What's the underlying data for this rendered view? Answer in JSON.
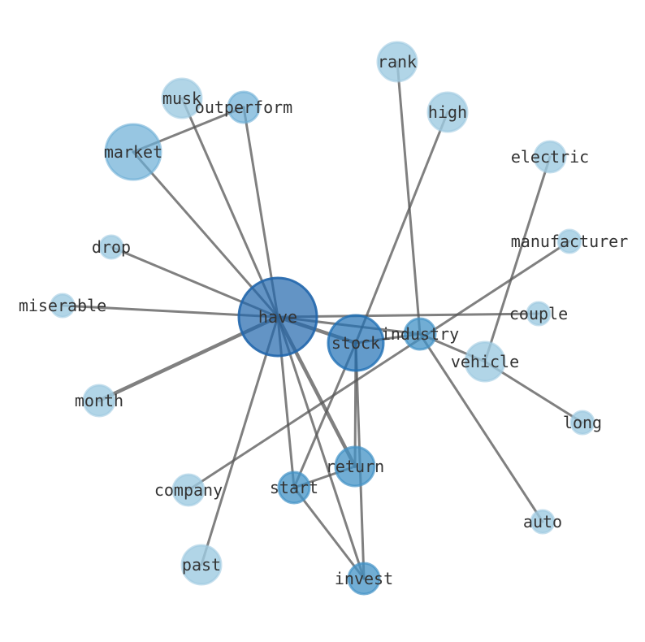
{
  "nodes": [
    {
      "id": "have",
      "label": "have",
      "level": 4
    },
    {
      "id": "stock",
      "label": "stock",
      "level": 3
    },
    {
      "id": "industry",
      "label": "industry",
      "level": 2
    },
    {
      "id": "return",
      "label": "return",
      "level": 2
    },
    {
      "id": "start",
      "label": "start",
      "level": 2
    },
    {
      "id": "invest",
      "label": "invest",
      "level": 2
    },
    {
      "id": "market",
      "label": "market",
      "level": 1
    },
    {
      "id": "outperform",
      "label": "outperform",
      "level": 1
    },
    {
      "id": "musk",
      "label": "musk",
      "level": 0
    },
    {
      "id": "rank",
      "label": "rank",
      "level": 0
    },
    {
      "id": "high",
      "label": "high",
      "level": 0
    },
    {
      "id": "electric",
      "label": "electric",
      "level": 0
    },
    {
      "id": "manufacturer",
      "label": "manufacturer",
      "level": 0
    },
    {
      "id": "couple",
      "label": "couple",
      "level": 0
    },
    {
      "id": "vehicle",
      "label": "vehicle",
      "level": 0
    },
    {
      "id": "long",
      "label": "long",
      "level": 0
    },
    {
      "id": "auto",
      "label": "auto",
      "level": 0
    },
    {
      "id": "drop",
      "label": "drop",
      "level": 0
    },
    {
      "id": "miserable",
      "label": "miserable",
      "level": 0
    },
    {
      "id": "month",
      "label": "month",
      "level": 0
    },
    {
      "id": "company",
      "label": "company",
      "level": 0
    },
    {
      "id": "past",
      "label": "past",
      "level": 0
    }
  ],
  "edges": [
    {
      "source": "have",
      "target": "musk",
      "weight": 1
    },
    {
      "source": "have",
      "target": "outperform",
      "weight": 1
    },
    {
      "source": "have",
      "target": "market",
      "weight": 1
    },
    {
      "source": "have",
      "target": "drop",
      "weight": 1
    },
    {
      "source": "have",
      "target": "miserable",
      "weight": 1
    },
    {
      "source": "have",
      "target": "month",
      "weight": 2
    },
    {
      "source": "have",
      "target": "past",
      "weight": 1
    },
    {
      "source": "have",
      "target": "start",
      "weight": 1
    },
    {
      "source": "have",
      "target": "return",
      "weight": 2
    },
    {
      "source": "have",
      "target": "stock",
      "weight": 2
    },
    {
      "source": "have",
      "target": "industry",
      "weight": 1
    },
    {
      "source": "have",
      "target": "couple",
      "weight": 1
    },
    {
      "source": "market",
      "target": "outperform",
      "weight": 1
    },
    {
      "source": "rank",
      "target": "industry",
      "weight": 1
    },
    {
      "source": "high",
      "target": "stock",
      "weight": 1
    },
    {
      "source": "electric",
      "target": "vehicle",
      "weight": 1
    },
    {
      "source": "manufacturer",
      "target": "company",
      "weight": 1
    },
    {
      "source": "stock",
      "target": "industry",
      "weight": 1
    },
    {
      "source": "stock",
      "target": "start",
      "weight": 1
    },
    {
      "source": "stock",
      "target": "return",
      "weight": 1
    },
    {
      "source": "stock",
      "target": "invest",
      "weight": 1
    },
    {
      "source": "industry",
      "target": "vehicle",
      "weight": 1
    },
    {
      "source": "industry",
      "target": "auto",
      "weight": 1
    },
    {
      "source": "vehicle",
      "target": "long",
      "weight": 1
    },
    {
      "source": "start",
      "target": "return",
      "weight": 1
    },
    {
      "source": "start",
      "target": "invest",
      "weight": 1
    },
    {
      "source": "invest",
      "target": "have",
      "weight": 1
    }
  ],
  "colors": {
    "level0": "#9ecae1",
    "level1": "#6baed6",
    "level2": "#4292c6",
    "level3": "#2171b5",
    "level4": "#2166ac",
    "edge": "#555555",
    "label": "#333333"
  }
}
